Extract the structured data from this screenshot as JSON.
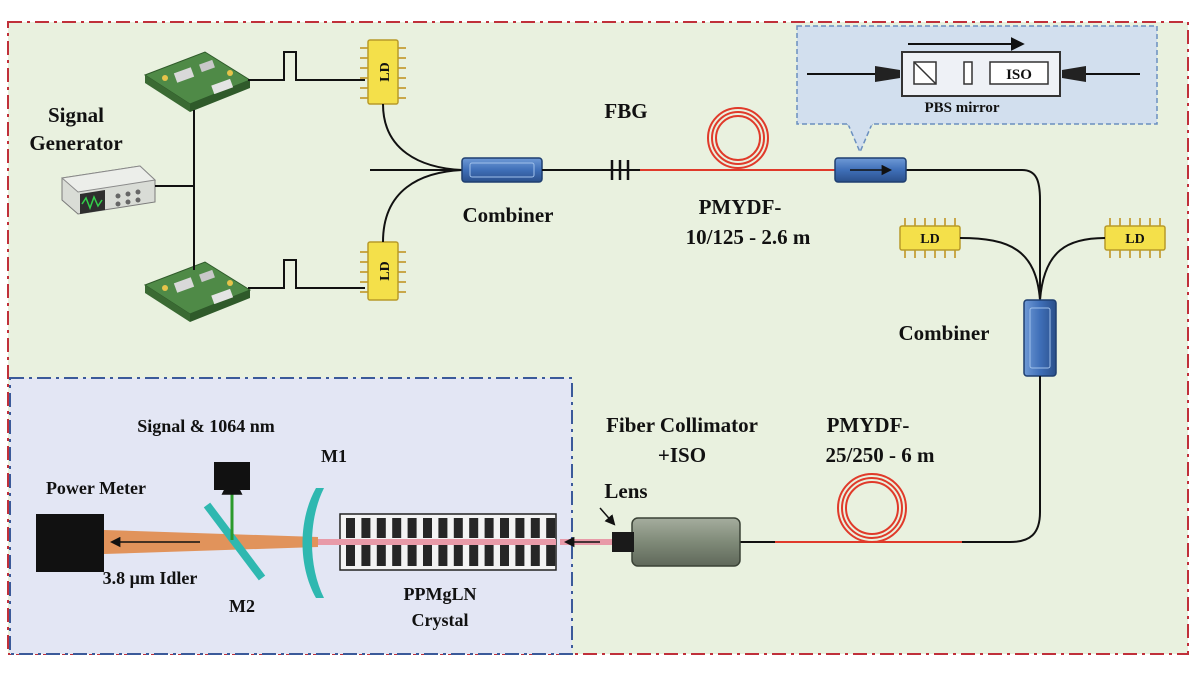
{
  "labels": {
    "signal_generator_1": "Signal",
    "signal_generator_2": "Generator",
    "ld": "LD",
    "combiner_top": "Combiner",
    "fbg": "FBG",
    "pmydf1_line1": "PMYDF-",
    "pmydf1_line2": "10/125 - 2.6 m",
    "iso": "ISO",
    "pbs_mirror": "PBS mirror",
    "combiner_right": "Combiner",
    "pmydf2_line1": "PMYDF-",
    "pmydf2_line2": "25/250 - 6 m",
    "collimator_line1": "Fiber Collimator",
    "collimator_line2": "+ISO",
    "lens": "Lens",
    "signal_1064": "Signal & 1064 nm",
    "m1": "M1",
    "m2": "M2",
    "power_meter": "Power Meter",
    "idler": "3.8 μm Idler",
    "crystal_line1": "PPMgLN",
    "crystal_line2": "Crystal"
  },
  "colors": {
    "outer_bg": "#e9f1df",
    "outer_border": "#c0303a",
    "inner_bg": "#e3e6f4",
    "inner_border": "#3b5a9a",
    "inset_bg": "#d2dfee",
    "inset_border": "#6a8fbf",
    "fiber": "#111111",
    "gain_fiber": "#e03a2a",
    "combiner": "#3f6fb8",
    "ld_yellow": "#f4e04a",
    "idler_beam": "#e08a4a",
    "pump_beam": "#e89aa8",
    "mirror": "#2fb8b0",
    "signal_beam": "#2c9a2c",
    "collimator": "#8b9584"
  }
}
